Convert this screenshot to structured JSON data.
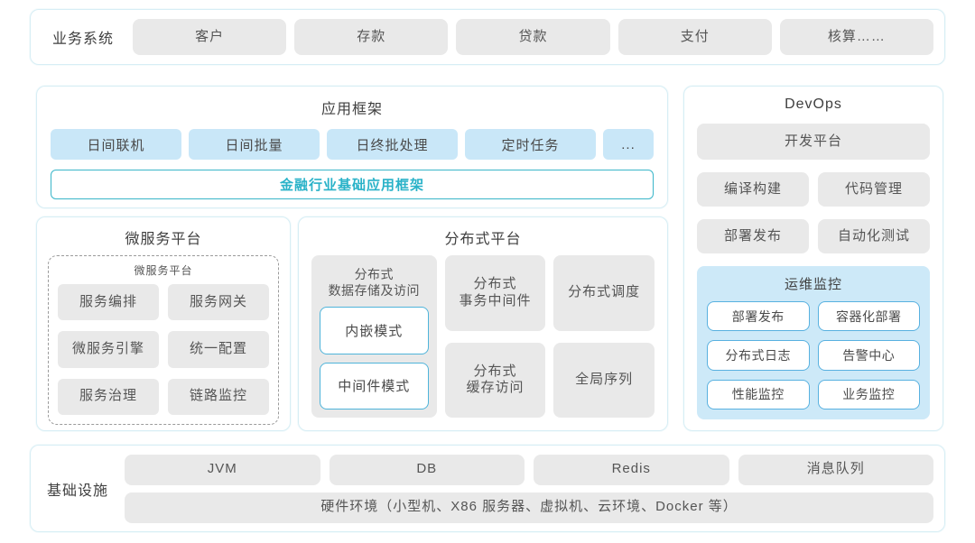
{
  "colors": {
    "panel_border": "#d7eef5",
    "gray_fill": "#e9e9e9",
    "blue_fill": "#c9e7f8",
    "teal_accent": "#29b2c8",
    "ops_bg": "#cde9f8",
    "ops_button_border": "#58b1e0",
    "text": "#4a4a4a"
  },
  "business": {
    "label": "业务系统",
    "items": [
      "客户",
      "存款",
      "贷款",
      "支付",
      "核算……"
    ]
  },
  "app_framework": {
    "title": "应用框架",
    "items": [
      "日间联机",
      "日间批量",
      "日终批处理",
      "定时任务",
      "..."
    ],
    "base_framework": "金融行业基础应用框架"
  },
  "microservice": {
    "title": "微服务平台",
    "inner_title": "微服务平台",
    "items": [
      "服务编排",
      "服务网关",
      "微服务引擎",
      "统一配置",
      "服务治理",
      "链路监控"
    ]
  },
  "distributed": {
    "title": "分布式平台",
    "storage": {
      "label": "分布式\n数据存储及访问",
      "modes": [
        "内嵌模式",
        "中间件模式"
      ]
    },
    "col2": [
      "分布式\n事务中间件",
      "分布式\n缓存访问"
    ],
    "col3": [
      "分布式调度",
      "全局序列"
    ]
  },
  "devops": {
    "title": "DevOps",
    "platform": "开发平台",
    "items": [
      "编译构建",
      "代码管理",
      "部署发布",
      "自动化测试"
    ],
    "ops_monitor": {
      "title": "运维监控",
      "items": [
        "部署发布",
        "容器化部署",
        "分布式日志",
        "告警中心",
        "性能监控",
        "业务监控"
      ]
    }
  },
  "infrastructure": {
    "label": "基础设施",
    "items": [
      "JVM",
      "DB",
      "Redis",
      "消息队列"
    ],
    "hardware": "硬件环境（小型机、X86 服务器、虚拟机、云环境、Docker 等）"
  }
}
